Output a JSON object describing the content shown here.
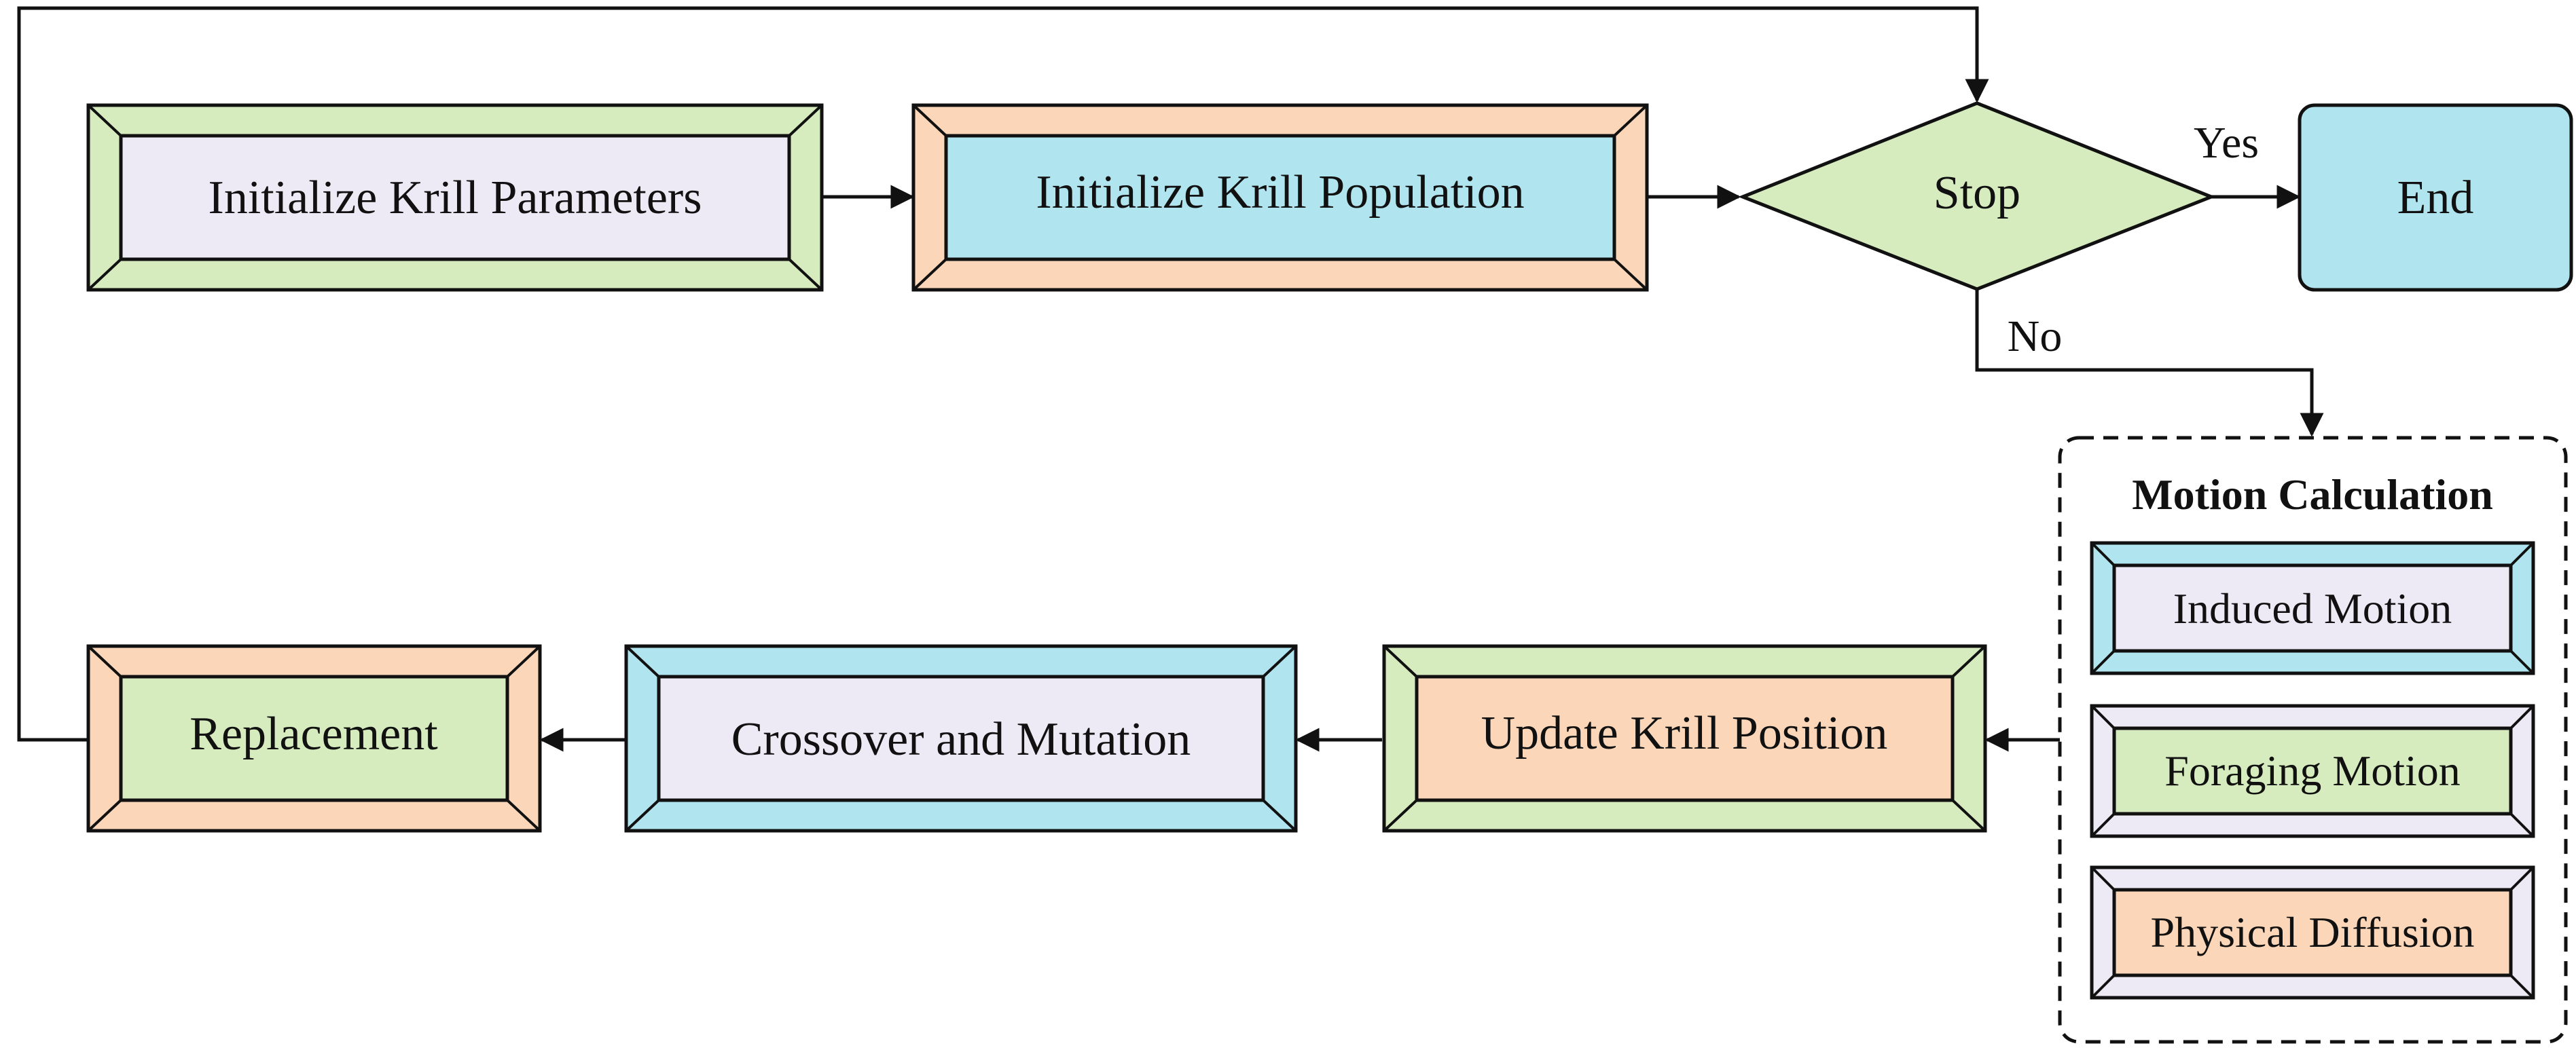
{
  "nodes": {
    "init_params": "Initialize Krill Parameters",
    "init_population": "Initialize Krill Population",
    "stop": "Stop",
    "end": "End",
    "update_position": "Update Krill Position",
    "crossover_mutation": "Crossover and Mutation",
    "replacement": "Replacement"
  },
  "edges": {
    "yes": "Yes",
    "no": "No"
  },
  "motion_group": {
    "title": "Motion Calculation",
    "items": [
      "Induced Motion",
      "Foraging Motion",
      "Physical Diffusion"
    ]
  },
  "colors": {
    "green": "#d6ecbe",
    "peach": "#fbd6b8",
    "cyan": "#b0e4ee",
    "lavender": "#eeeaf5",
    "stroke": "#111111"
  }
}
